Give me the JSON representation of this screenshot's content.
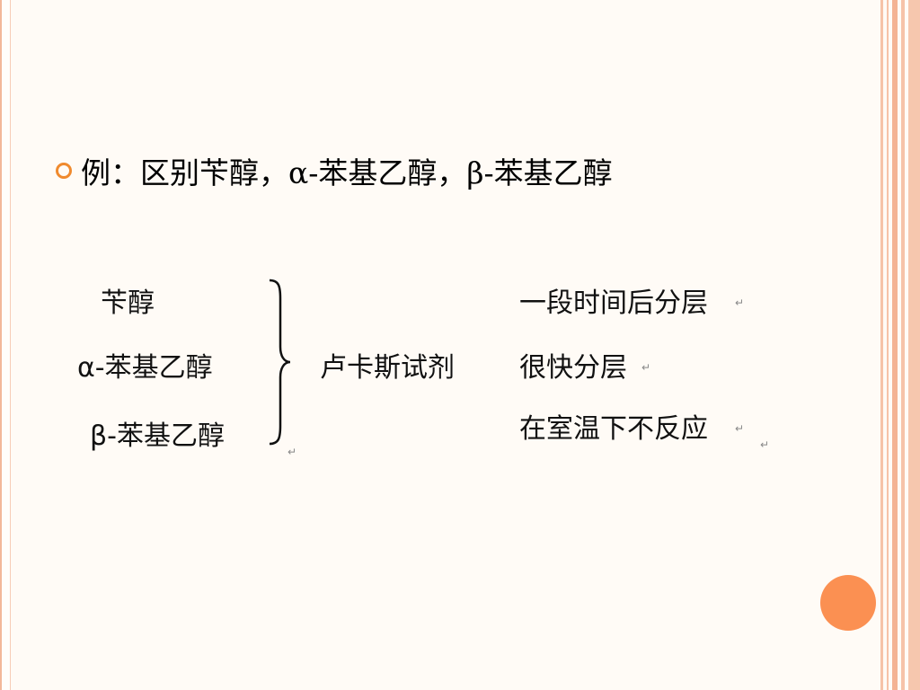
{
  "heading": {
    "text": "例：区别苄醇，α-苯基乙醇，β-苯基乙醇"
  },
  "compounds": [
    "苄醇",
    "α-苯基乙醇",
    "β-苯基乙醇"
  ],
  "reagent": "卢卡斯试剂",
  "results": [
    "一段时间后分层",
    "很快分层",
    "在室温下不反应"
  ],
  "paragraph_mark": "↵",
  "colors": {
    "accent": "#fb9052",
    "bullet": "#f08a2e",
    "border": "#f6c3a8"
  },
  "icons": {
    "bullet": "ring-bullet-icon",
    "brace": "right-brace-icon",
    "decoration": "orange-circle"
  }
}
